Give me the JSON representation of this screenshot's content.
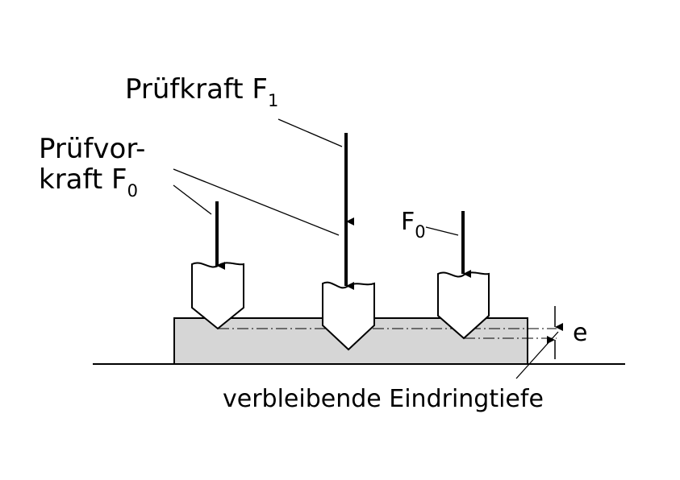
{
  "labels": {
    "pruefkraft": "Prüfkraft F",
    "pruefkraft_sub": "1",
    "pruefvorkraft_line1": "Prüfvor-",
    "pruefvorkraft_line2": "kraft F",
    "pruefvorkraft_sub": "0",
    "f0_right": "F",
    "f0_right_sub": "0",
    "e": "e",
    "residual_depth": "verbleibende Eindringtiefe"
  },
  "colors": {
    "specimen_fill": "#d6d6d6",
    "ink": "#000000"
  }
}
